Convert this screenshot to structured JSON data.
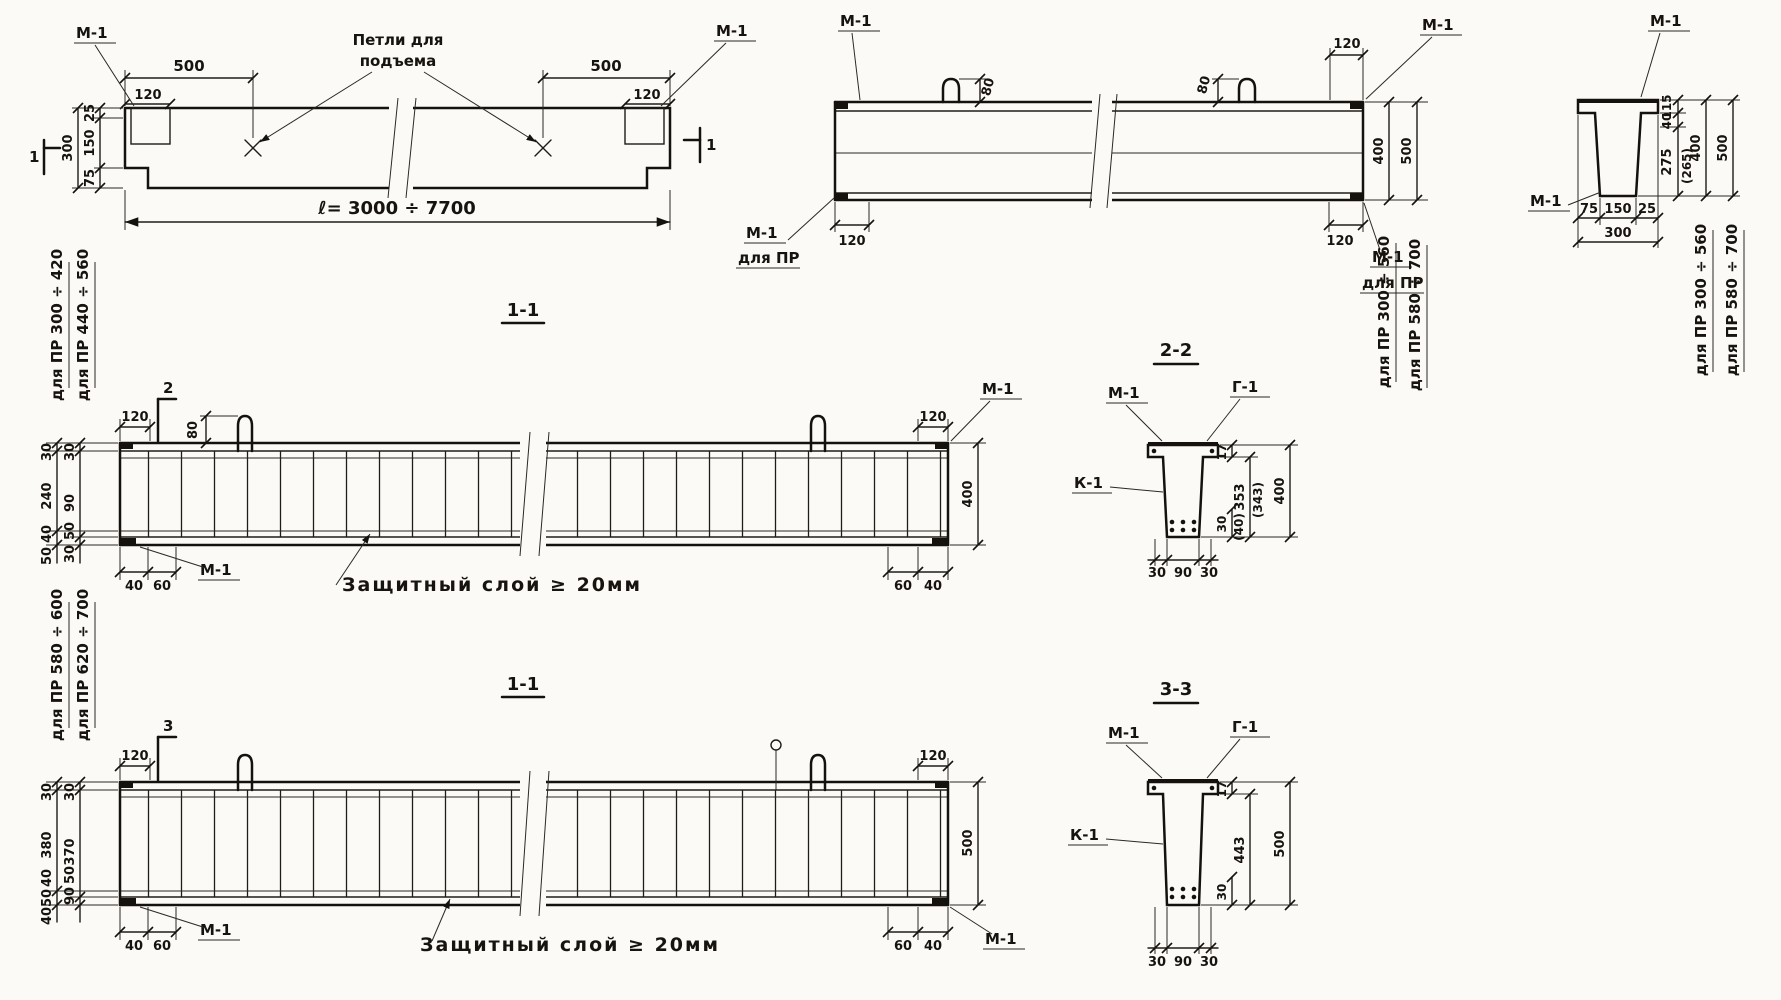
{
  "sheet": {
    "bg": "#fbfaf6",
    "ink": "#17130e"
  },
  "plan": {
    "m1_left": "М-1",
    "m1_right": "М-1",
    "dim_500_left": "500",
    "dim_500_right": "500",
    "loops_line1": "Петли для",
    "loops_line2": "подъема",
    "dim_120_left": "120",
    "dim_120_right": "120",
    "dim_25": "25",
    "dim_150": "150",
    "dim_75": "75",
    "dim_300": "300",
    "length": "ℓ= 3000 ÷ 7700",
    "marker_left": "1",
    "marker_right": "1"
  },
  "elev": {
    "m1_tl": "М-1",
    "m1_tr": "М-1",
    "dim_80_l": "80",
    "dim_80_r": "80",
    "dim_120_tr": "120",
    "dim_120_bl": "120",
    "dim_120_br": "120",
    "m1_bl": "М-1",
    "for_pr_bl": "для ПР",
    "m1_br": "М-1",
    "for_pr_br": "для ПР",
    "dim_400": "400",
    "dim_500": "500",
    "range_400": "для ПР 300 ÷ 560",
    "range_500": "для ПР 580 ÷ 700"
  },
  "xsec": {
    "m1_top": "М-1",
    "m1_left": "М-1",
    "dim_115": "115",
    "dim_40": "40",
    "dim_275": "275",
    "dim_265": "(265)",
    "dim_400": "400",
    "dim_500": "500",
    "dim_75": "75",
    "dim_150": "150",
    "dim_25": "25",
    "dim_300": "300",
    "range_400": "для ПР 300 ÷ 560",
    "range_500": "для ПР 580 ÷ 700"
  },
  "sec11a": {
    "title": "1-1",
    "range1": "для ПР 300 ÷ 420",
    "range2": "для ПР 440 ÷ 560",
    "marker": "2",
    "dim_120_l": "120",
    "dim_80": "80",
    "dim_120_r": "120",
    "m1_tr": "М-1",
    "dim_400": "400",
    "ld": [
      "30",
      "30",
      "240",
      "90",
      "40",
      "50",
      "50",
      "30"
    ],
    "dim_40_bl": "40",
    "dim_60_bl": "60",
    "m1_bl": "М-1",
    "cover": "Защитный  слой ≥ 20мм",
    "dim_60_br": "60",
    "dim_40_br": "40"
  },
  "sec22": {
    "title": "2-2",
    "m1": "М-1",
    "g1": "Г-1",
    "k1": "К-1",
    "dim_17": "17",
    "dim_353": "353",
    "dim_343": "(343)",
    "dim_400": "400",
    "dim_30_r": "30",
    "dim_40_r": "(40)",
    "dim_30_b1": "30",
    "dim_90": "90",
    "dim_30_b2": "30"
  },
  "sec11b": {
    "title": "1-1",
    "range1": "для ПР 580 ÷ 600",
    "range2": "для ПР 620 ÷ 700",
    "marker": "3",
    "dim_120_l": "120",
    "dim_120_r": "120",
    "dim_500": "500",
    "ld": [
      "30",
      "30",
      "380",
      "370",
      "40",
      "50",
      "50",
      "90",
      "40"
    ],
    "dim_40_bl": "40",
    "dim_60_bl": "60",
    "m1_bl": "М-1",
    "cover": "Защитный  слой ≥ 20мм",
    "dim_60_br": "60",
    "dim_40_br": "40",
    "m1_br": "М-1"
  },
  "sec33": {
    "title": "3-3",
    "m1": "М-1",
    "g1": "Г-1",
    "k1": "К-1",
    "dim_17": "17",
    "dim_443": "443",
    "dim_500": "500",
    "dim_30_r": "30",
    "dim_30_b1": "30",
    "dim_90": "90",
    "dim_30_b2": "30"
  }
}
